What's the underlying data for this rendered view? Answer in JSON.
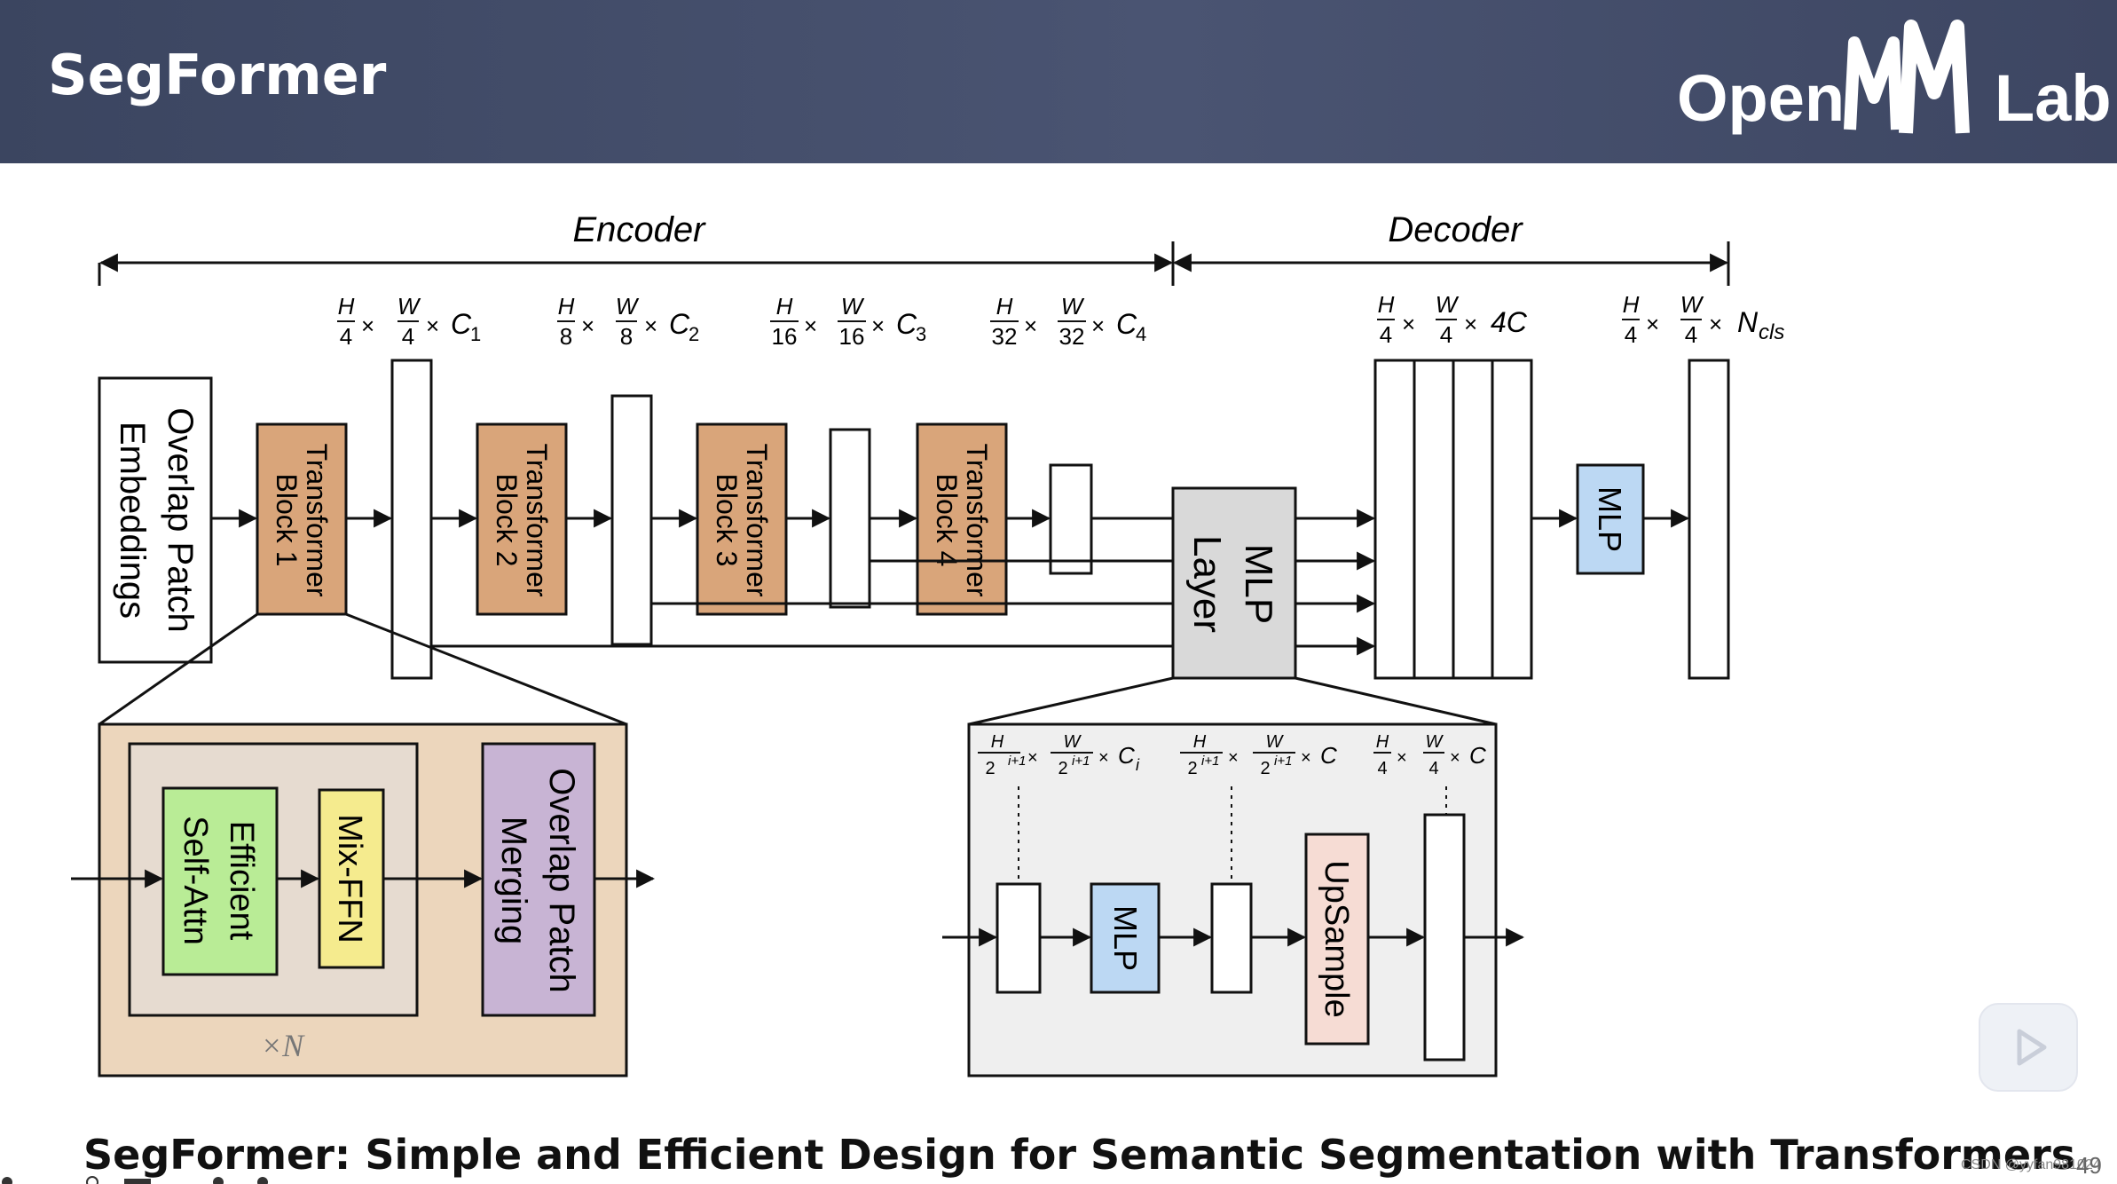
{
  "header": {
    "title": "SegFormer",
    "logo_text_left": "Open",
    "logo_text_right": "Lab"
  },
  "diagram": {
    "encoder_label": "Encoder",
    "decoder_label": "Decoder",
    "blocks": {
      "patch_embed": [
        "Overlap Patch",
        "Embeddings"
      ],
      "tb1": [
        "Transformer",
        "Block 1"
      ],
      "tb2": [
        "Transformer",
        "Block 2"
      ],
      "tb3": [
        "Transformer",
        "Block 3"
      ],
      "tb4": [
        "Transformer",
        "Block 4"
      ],
      "mlp_layer": [
        "MLP",
        "Layer"
      ],
      "mlp": "MLP"
    },
    "dims": {
      "d1": {
        "h": "H",
        "hd": "4",
        "w": "W",
        "wd": "4",
        "c": "C",
        "sub": "1"
      },
      "d2": {
        "h": "H",
        "hd": "8",
        "w": "W",
        "wd": "8",
        "c": "C",
        "sub": "2"
      },
      "d3": {
        "h": "H",
        "hd": "16",
        "w": "W",
        "wd": "16",
        "c": "C",
        "sub": "3"
      },
      "d4": {
        "h": "H",
        "hd": "32",
        "w": "W",
        "wd": "32",
        "c": "C",
        "sub": "4"
      },
      "d5": {
        "h": "H",
        "hd": "4",
        "w": "W",
        "wd": "4",
        "c": "4C",
        "sub": ""
      },
      "d6": {
        "h": "H",
        "hd": "4",
        "w": "W",
        "wd": "4",
        "c": "N",
        "sub": "cls"
      }
    },
    "encoder_detail": {
      "efficient_attn": [
        "Efficient",
        "Self-Attn"
      ],
      "mix_ffn": "Mix-FFN",
      "overlap_merging": [
        "Overlap Patch",
        "Merging"
      ],
      "repeat": "×N"
    },
    "decoder_detail": {
      "dim1": {
        "h": "H",
        "hd": "2",
        "hsup": "i+1",
        "w": "W",
        "wd": "2",
        "wsup": "i+1",
        "c": "C",
        "sub": "i"
      },
      "dim2": {
        "h": "H",
        "hd": "2",
        "hsup": "i+1",
        "w": "W",
        "wd": "2",
        "wsup": "i+1",
        "c": "C",
        "sub": ""
      },
      "dim3": {
        "h": "H",
        "hd": "4",
        "hsup": "",
        "w": "W",
        "wd": "4",
        "wsup": "",
        "c": "C",
        "sub": ""
      },
      "mlp": "MLP",
      "upsample": "UpSample"
    }
  },
  "footer": {
    "paper_title": "SegFormer: Simple and Efficient Design for Semantic Segmentation with Transformers",
    "watermark": "CSDN @yyfan981024",
    "page_number": "49"
  },
  "colors": {
    "header_bg": "#434d6a",
    "transformer_block": "#d9a57a",
    "mlp_blue": "#bcd8f3",
    "mlp_layer_gray": "#d9d9d9",
    "encoder_detail_bg": "#ecd6bc",
    "efficient_attn_green": "#b9ec96",
    "mix_ffn_yellow": "#f5eb8e",
    "merging_purple": "#c8b4d4",
    "upsample_pink": "#f6dcd4",
    "decoder_detail_bg": "#efefef"
  }
}
